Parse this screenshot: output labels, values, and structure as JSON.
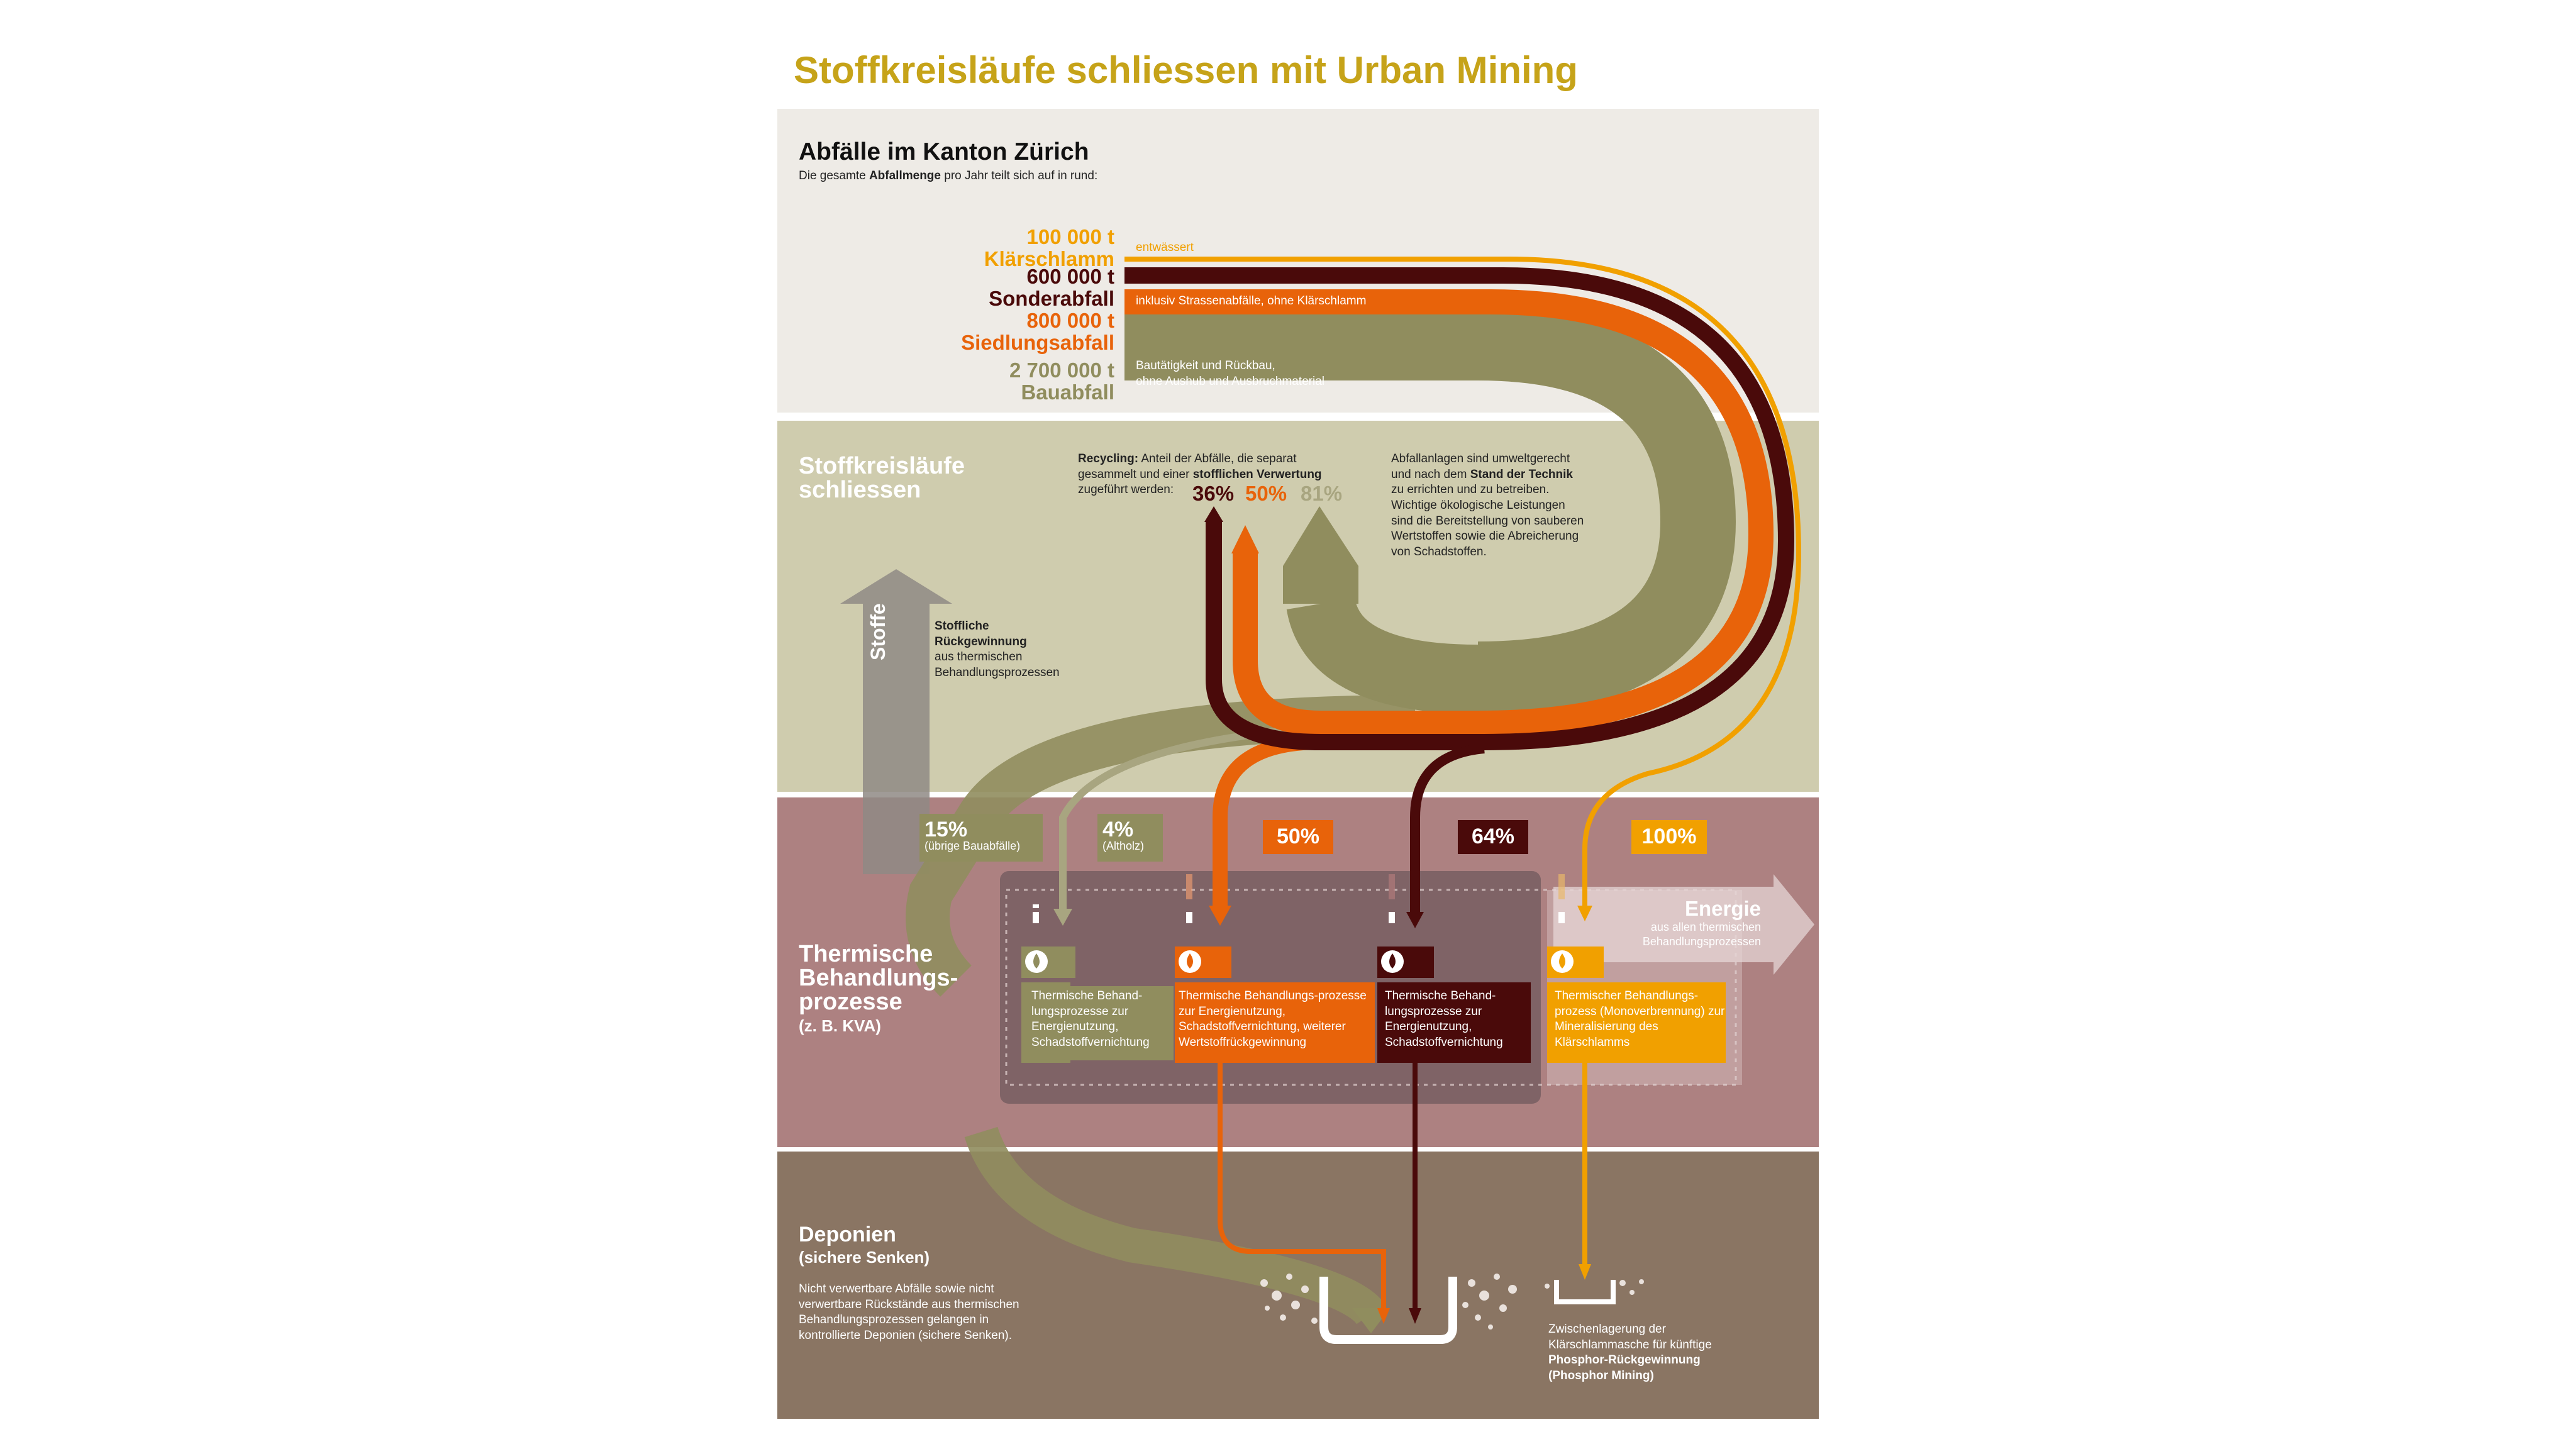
{
  "title": "Stoffkreisläufe schliessen mit Urban Mining",
  "colors": {
    "klaerschlamm": "#f1a000",
    "sonderabfall": "#4a0a0a",
    "siedlungsabfall": "#e8630a",
    "bauabfall": "#908d5e",
    "band_top": "#eeebe6",
    "band_stoff": "#cfccae",
    "band_thermal": "#ad8181",
    "band_deponien": "#8a7563"
  },
  "section1": {
    "title": "Abfälle im Kanton Zürich",
    "subtitle_pre": "Die gesamte ",
    "subtitle_bold": "Abfallmenge",
    "subtitle_post": " pro Jahr teilt sich auf in rund:",
    "streams": [
      {
        "amount": "100 000 t",
        "name": "Klärschlamm",
        "note": "entwässert"
      },
      {
        "amount": "600 000 t",
        "name": "Sonderabfall",
        "note": ""
      },
      {
        "amount": "800 000 t",
        "name": "Siedlungsabfall",
        "note": "inklusiv Strassenabfälle, ohne Klärschlamm"
      },
      {
        "amount": "2 700 000 t",
        "name": "Bauabfall",
        "note": "Bautätigkeit und Rückbau,"
      }
    ],
    "bau_note_2": "ohne Aushub und Ausbruchmaterial"
  },
  "section2": {
    "title_line1": "Stoffkreisläufe",
    "title_line2": "schliessen",
    "recycling_bold": "Recycling:",
    "recycling_1": " Anteil der Abfälle, die separat",
    "recycling_2_pre": "gesammelt und einer ",
    "recycling_2_bold": "stofflichen Verwertung",
    "recycling_3": "zugeführt werden:",
    "pct_sonder": "36%",
    "pct_siedlung": "50%",
    "pct_bau": "81%",
    "info_1": "Abfallanlagen sind umweltgerecht",
    "info_2_pre": "und nach dem ",
    "info_2_bold": "Stand der Technik",
    "info_3": "zu errichten und zu betreiben.",
    "info_4": "Wichtige ökologische Leistungen",
    "info_5": "sind die Bereitstellung von sauberen",
    "info_6": "Wertstoffen sowie die Abreicherung",
    "info_7": "von Schadstoffen.",
    "stoffe_label": "Stoffe",
    "rueck_bold_1": "Stoffliche",
    "rueck_bold_2": "Rückgewinnung",
    "rueck_3": "aus thermischen",
    "rueck_4": "Behandlungsprozessen"
  },
  "section3": {
    "title_1": "Thermische",
    "title_2": "Behandlungs-",
    "title_3": "prozesse",
    "title_4": "(z. B. KVA)",
    "badges": [
      {
        "pct": "15%",
        "sub": "(übrige Bauabfälle)"
      },
      {
        "pct": "4%",
        "sub": "(Altholz)"
      },
      {
        "pct": "50%",
        "sub": ""
      },
      {
        "pct": "64%",
        "sub": ""
      },
      {
        "pct": "100%",
        "sub": ""
      }
    ],
    "energie_title": "Energie",
    "energie_1": "aus allen thermischen",
    "energie_2": "Behandlungsprozessen",
    "boxes": [
      {
        "text": "Thermische Behand-lungsprozesse zur Energienutzung, Schadstoffvernichtung"
      },
      {
        "text": "Thermische Behandlungs-prozesse zur Energienutzung, Schadstoffvernichtung, weiterer Wertstoffrückgewinnung"
      },
      {
        "text": "Thermische Behand-lungsprozesse zur Energienutzung, Schadstoffvernichtung"
      },
      {
        "text": "Thermischer Behandlungs-prozess (Monoverbrennung) zur Mineralisierung des Klärschlamms"
      }
    ]
  },
  "section4": {
    "title_1": "Deponien",
    "title_2": "(sichere Senken)",
    "desc_1": "Nicht verwertbare Abfälle sowie nicht",
    "desc_2": "verwertbare Rückstände aus thermischen",
    "desc_3": "Behandlungsprozessen gelangen in",
    "desc_4": "kontrollierte Deponien (sichere Senken).",
    "phos_1": "Zwischenlagerung der",
    "phos_2": "Klärschlammasche für künftige",
    "phos_3": "Phosphor-Rückgewinnung",
    "phos_4": "(Phosphor Mining)"
  }
}
